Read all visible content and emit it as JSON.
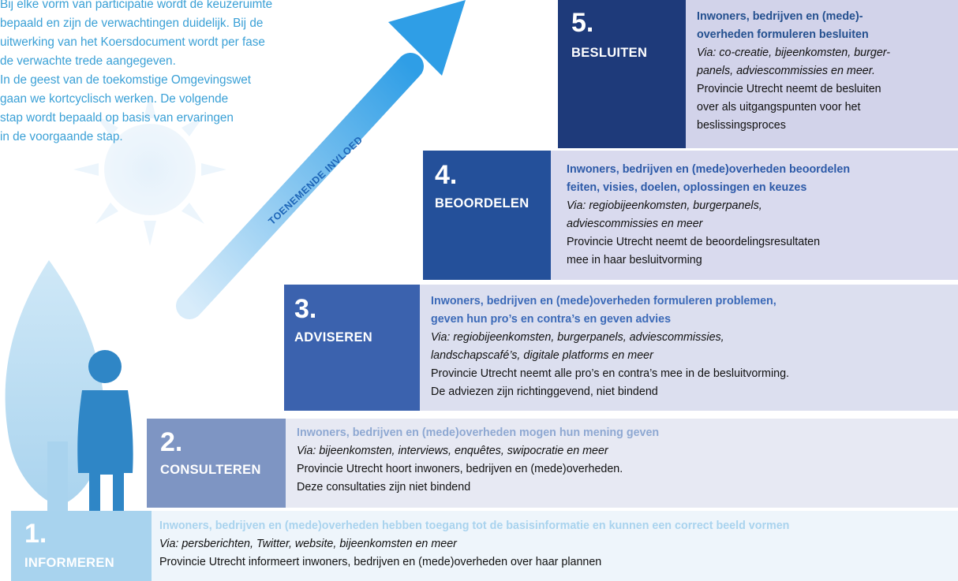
{
  "intro": {
    "lines": [
      "Bij elke vorm van participatie wordt de keuzeruimte",
      "bepaald en zijn de verwachtingen duidelijk. Bij de",
      "uitwerking van het Koersdocument wordt per fase",
      "de verwachte trede aangegeven.",
      "In de geest van de toekomstige Omgevingswet",
      "gaan we kortcyclisch werken. De volgende",
      "stap wordt bepaald op basis van ervaringen",
      "in de voorgaande stap."
    ]
  },
  "arrow": {
    "label": "TOENEMENDE INVLOED"
  },
  "steps": [
    {
      "number": "1.",
      "name": "INFORMEREN",
      "head": "Inwoners, bedrijven en (mede)overheden hebben toegang tot de basisinformatie en kunnen een correct beeld vormen",
      "via": "Via: persberichten, Twitter, website, bijeenkomsten en meer",
      "body": "Provincie Utrecht informeert inwoners, bedrijven en (mede)overheden over haar plannen"
    },
    {
      "number": "2.",
      "name": "CONSULTEREN",
      "head": "Inwoners, bedrijven en (mede)overheden mogen hun mening geven",
      "via": "Via: bijeenkomsten, interviews, enquêtes, swipocratie en meer",
      "body1": "Provincie Utrecht hoort inwoners, bedrijven en (mede)overheden.",
      "body2": "Deze consultaties zijn niet bindend"
    },
    {
      "number": "3.",
      "name": "ADVISEREN",
      "head1": "Inwoners, bedrijven en (mede)overheden formuleren problemen,",
      "head2": "geven hun pro’s en contra’s en geven advies",
      "via1": "Via: regiobijeenkomsten, burgerpanels, adviescommissies,",
      "via2": "landschapscafé’s, digitale platforms en meer",
      "body1": "Provincie Utrecht neemt alle pro’s en contra’s mee in de besluitvorming.",
      "body2": "De adviezen zijn richtinggevend, niet bindend"
    },
    {
      "number": "4.",
      "name": "BEOORDELEN",
      "head1": "Inwoners, bedrijven en (mede)overheden beoordelen",
      "head2": "feiten, visies, doelen, oplossingen en keuzes",
      "via1": "Via: regiobijeenkomsten, burgerpanels,",
      "via2": "adviescommissies en meer",
      "body1": "Provincie Utrecht neemt de beoordelingsresultaten",
      "body2": "mee in haar besluitvorming"
    },
    {
      "number": "5.",
      "name": "BESLUITEN",
      "head1": "Inwoners, bedrijven en (mede)-",
      "head2": "overheden formuleren besluiten",
      "via1": "Via: co-creatie, bijeenkomsten, burger-",
      "via2": "panels, adviescommissies en meer.",
      "body1": "Provincie Utrecht neemt de besluiten",
      "body2": "over als uitgangspunten voor het",
      "body3": "beslissingsproces"
    }
  ],
  "colors": {
    "intro_text": "#3aa0d6",
    "arrow": "#5bb4ea",
    "tree": "#c6e3f5",
    "person": "#2f86c6",
    "step1": "#a8d3ee",
    "step2": "#7e95c3",
    "step3": "#3b62ae",
    "step4": "#24509a",
    "step5": "#1e3a7a"
  }
}
